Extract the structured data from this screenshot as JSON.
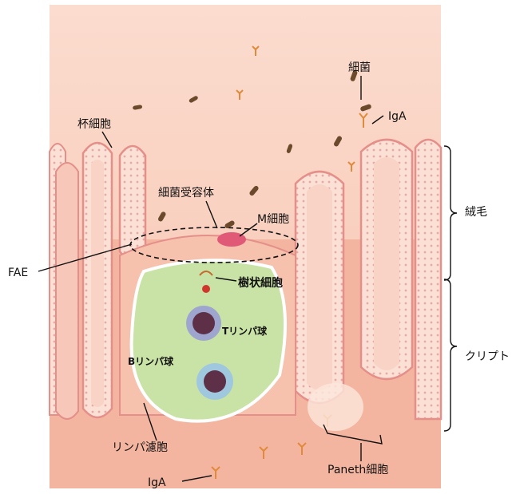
{
  "labels": {
    "bacteria": "細菌",
    "iga_top": "IgA",
    "goblet_cell": "杯細胞",
    "bacterial_receptor": "細菌受容体",
    "m_cell": "M細胞",
    "fae": "FAE",
    "dendritic_cell": "樹状細胞",
    "t_lymphocyte": "Tリンパ球",
    "b_lymphocyte": "Bリンパ球",
    "lymph_follicle": "リンパ濾胞",
    "iga_bottom": "IgA",
    "paneth_cell": "Paneth細胞",
    "villus": "絨毛",
    "crypt": "クリプト"
  },
  "colors": {
    "background": "#f7c9b6",
    "tissue": "#f2a995",
    "epithelium": "#fbe2d9",
    "follicle": "#c9e3a6",
    "lymphocyte": "#6b3a55",
    "iga": "#e08a3c",
    "bacteria": "#6b4a2b"
  }
}
